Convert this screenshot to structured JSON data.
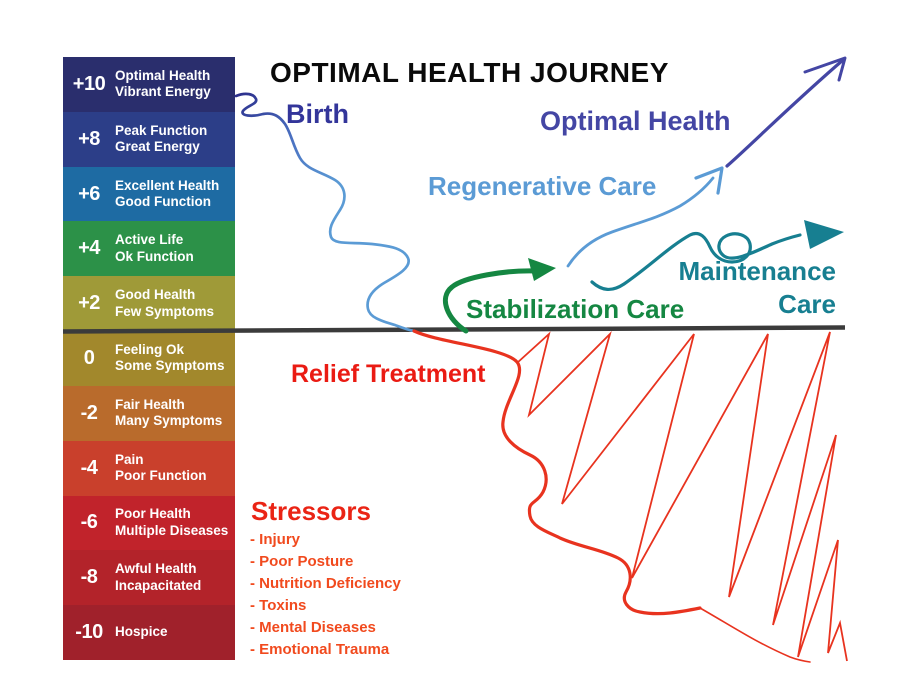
{
  "title": "OPTIMAL HEALTH JOURNEY",
  "labels": {
    "birth": "Birth",
    "optimal_health": "Optimal Health",
    "regenerative_care": "Regenerative Care",
    "stabilization_care": "Stabilization Care",
    "maintenance_care": "Maintenance\nCare",
    "relief_treatment": "Relief Treatment"
  },
  "scale": {
    "levels": [
      {
        "value": "+10",
        "label": "Optimal Health\nVibrant Energy",
        "color": "#2a2e6d"
      },
      {
        "value": "+8",
        "label": "Peak Function\nGreat Energy",
        "color": "#2c3e88"
      },
      {
        "value": "+6",
        "label": "Excellent Health\nGood Function",
        "color": "#1e6ba3"
      },
      {
        "value": "+4",
        "label": "Active Life\nOk Function",
        "color": "#2c9148"
      },
      {
        "value": "+2",
        "label": "Good Health\nFew Symptoms",
        "color": "#9f9a38"
      },
      {
        "value": "0",
        "label": "Feeling Ok\nSome Symptoms",
        "color": "#a2882c"
      },
      {
        "value": "-2",
        "label": "Fair Health\nMany Symptoms",
        "color": "#b96b2c"
      },
      {
        "value": "-4",
        "label": "Pain\nPoor Function",
        "color": "#c9402c"
      },
      {
        "value": "-6",
        "label": "Poor Health\nMultiple Diseases",
        "color": "#c1232b"
      },
      {
        "value": "-8",
        "label": "Awful Health\nIncapacitated",
        "color": "#b3232a"
      },
      {
        "value": "-10",
        "label": "Hospice",
        "color": "#a0212b"
      }
    ]
  },
  "stressors": {
    "heading": "Stressors",
    "items": [
      "- Injury",
      "- Poor Posture",
      "- Nutrition Deficiency",
      "- Toxins",
      "- Mental Diseases",
      "- Emotional Trauma"
    ]
  },
  "colors": {
    "title_black": "#0a0a0a",
    "baseline_black": "#3b3b3b",
    "birth_indigo": "#33359a",
    "optimal_indigo": "#4446a4",
    "regenerative_blue": "#5b9bd5",
    "stabilization_green": "#158742",
    "maintenance_teal": "#177f91",
    "relief_red": "#ea1b13",
    "stressor_red": "#f14a1e",
    "journey_red": "#e8331f"
  }
}
